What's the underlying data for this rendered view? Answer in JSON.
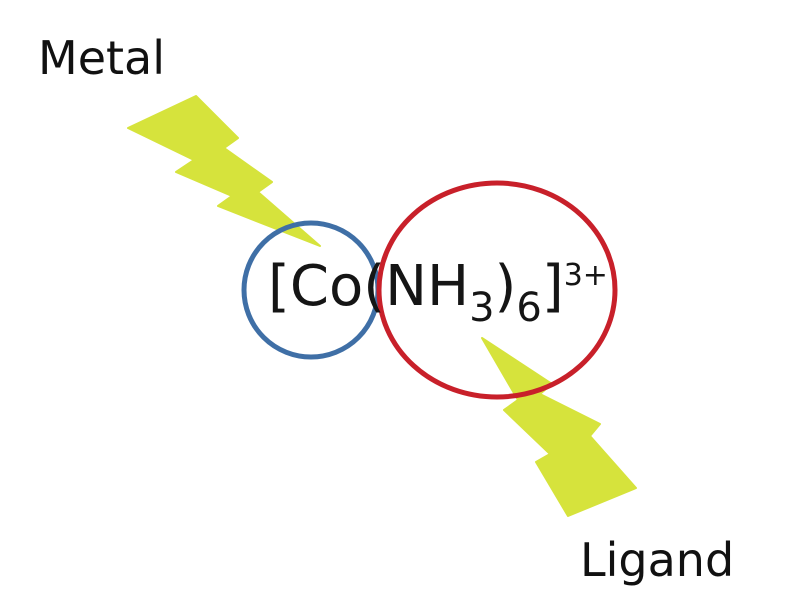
{
  "labels": {
    "metal": "Metal",
    "ligand": "Ligand"
  },
  "formula": {
    "open_bracket": "[",
    "metal": "Co",
    "ligand_open": "(",
    "ligand": "NH",
    "ligand_subscript": "3",
    "ligand_close": ")",
    "ligand_count": "6",
    "close_bracket": "]",
    "charge": "3+"
  },
  "colors": {
    "metal_circle": "#3f6fa6",
    "ligand_circle": "#c8202a",
    "lightning": "#d6e33c",
    "text": "#151515"
  },
  "icons": {
    "metal_pointer": "lightning-bolt-icon",
    "ligand_pointer": "lightning-bolt-icon"
  }
}
